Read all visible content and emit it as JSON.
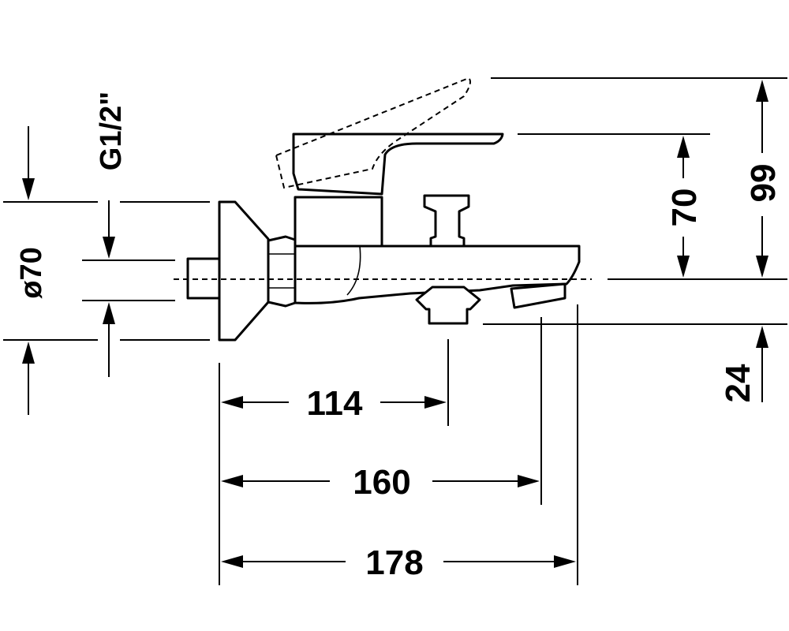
{
  "labels": {
    "thread": "G1/2\"",
    "diameter": "ø70",
    "dim_114": "114",
    "dim_160": "160",
    "dim_178": "178",
    "dim_70": "70",
    "dim_99": "99",
    "dim_24": "24"
  },
  "colors": {
    "line": "#000000",
    "background": "#ffffff"
  }
}
